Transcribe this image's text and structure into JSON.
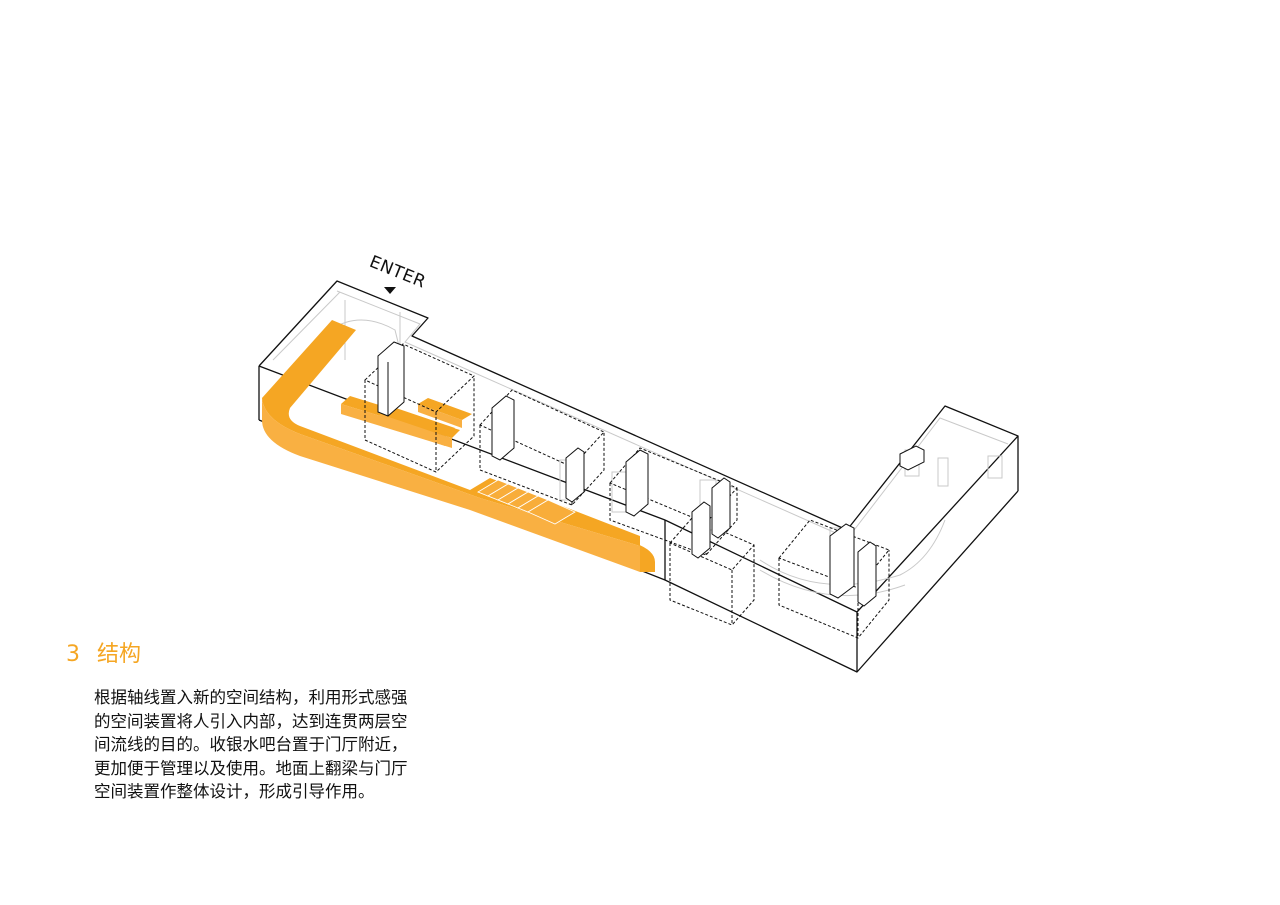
{
  "diagram": {
    "enter_label": "ENTER",
    "accent_color": "#f5a623",
    "line_color": "#111111"
  },
  "section": {
    "number": "3",
    "title": "结构"
  },
  "description_lines": [
    "根据轴线置入新的空间结构，利用形式感强",
    "的空间装置将人引入内部，达到连贯两层空",
    "间流线的目的。收银水吧台置于门厅附近，",
    "更加便于管理以及使用。地面上翻梁与门厅",
    "空间装置作整体设计，形成引导作用。"
  ]
}
